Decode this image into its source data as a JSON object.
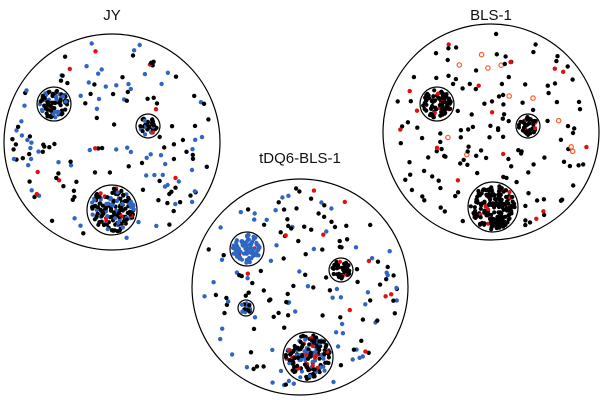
{
  "colors": {
    "background": "#ffffff",
    "outline": "#000000",
    "black_dot": "#000000",
    "blue_dot": "#2f66c3",
    "red_dot": "#e01010",
    "red_ring": "#ff5a2a"
  },
  "cells": [
    {
      "key": "jy",
      "label": "JY",
      "clusters": [
        {
          "size": "medium",
          "composition": [
            "black",
            "blue",
            "red"
          ]
        },
        {
          "size": "small",
          "composition": [
            "black",
            "blue",
            "red"
          ]
        },
        {
          "size": "large",
          "composition": [
            "black",
            "blue",
            "red"
          ]
        }
      ],
      "scattered_dots": [
        "black",
        "blue",
        "red"
      ]
    },
    {
      "key": "tdq6",
      "label": "tDQ6-BLS-1",
      "clusters": [
        {
          "size": "medium",
          "composition": [
            "blue",
            "red"
          ]
        },
        {
          "size": "small",
          "composition": [
            "black",
            "red"
          ]
        },
        {
          "size": "small",
          "composition": [
            "black",
            "blue"
          ]
        },
        {
          "size": "large",
          "composition": [
            "black",
            "blue",
            "red"
          ]
        }
      ],
      "scattered_dots": [
        "black",
        "blue",
        "red"
      ]
    },
    {
      "key": "bls1",
      "label": "BLS-1",
      "clusters": [
        {
          "size": "medium",
          "composition": [
            "black",
            "red"
          ]
        },
        {
          "size": "small",
          "composition": [
            "black",
            "red"
          ]
        },
        {
          "size": "large",
          "composition": [
            "black",
            "red"
          ]
        }
      ],
      "scattered_dots": [
        "black",
        "red",
        "red-ring"
      ]
    }
  ]
}
